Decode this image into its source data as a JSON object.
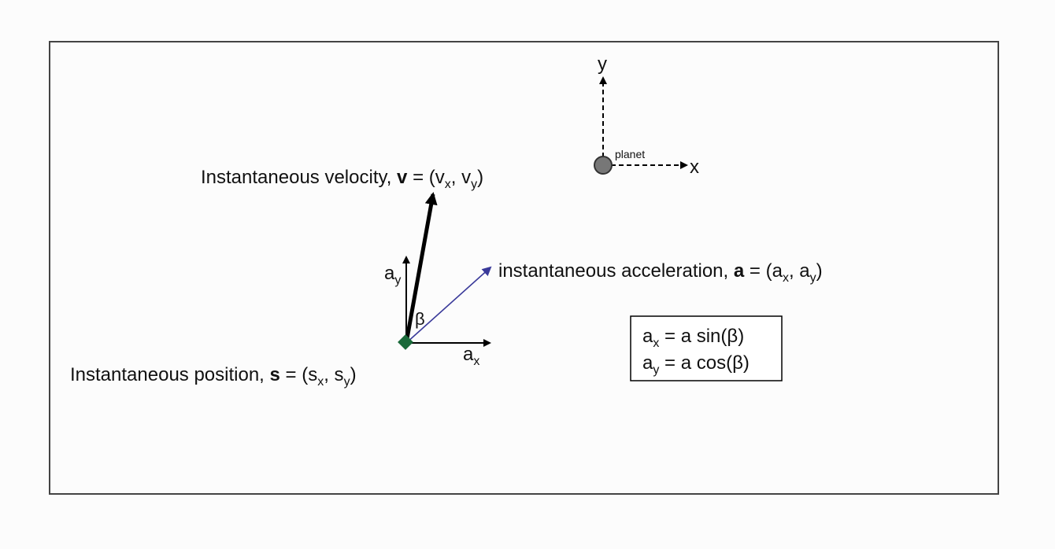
{
  "planet": {
    "label": "planet",
    "axis_x": "x",
    "axis_y": "y"
  },
  "velocity": {
    "text": "Instantaneous velocity, ",
    "symbol": "v",
    "eq": " = (v",
    "sub1": "x",
    "mid": ", v",
    "sub2": "y",
    "close": ")"
  },
  "acceleration": {
    "text": "instantaneous acceleration, ",
    "symbol": "a",
    "eq": " = (a",
    "sub1": "x",
    "mid": ", a",
    "sub2": "y",
    "close": ")"
  },
  "position": {
    "text": "Instantaneous position, ",
    "symbol": "s",
    "eq": " = (s",
    "sub1": "x",
    "mid": ", s",
    "sub2": "y",
    "close": ")"
  },
  "components": {
    "ax_base": "a",
    "ax_sub": "x",
    "ay_base": "a",
    "ay_sub": "y",
    "beta": "β"
  },
  "formulas": {
    "line1_a": "a",
    "line1_sub": "x",
    "line1_rest": " = a sin(β)",
    "line2_a": "a",
    "line2_sub": "y",
    "line2_rest": " = a cos(β)"
  },
  "colors": {
    "frame": "#444444",
    "velocity_arrow": "#000000",
    "acceleration_arrow": "#3a3a9a",
    "position_marker": "#1a6a3a",
    "planet_fill": "#777777"
  }
}
